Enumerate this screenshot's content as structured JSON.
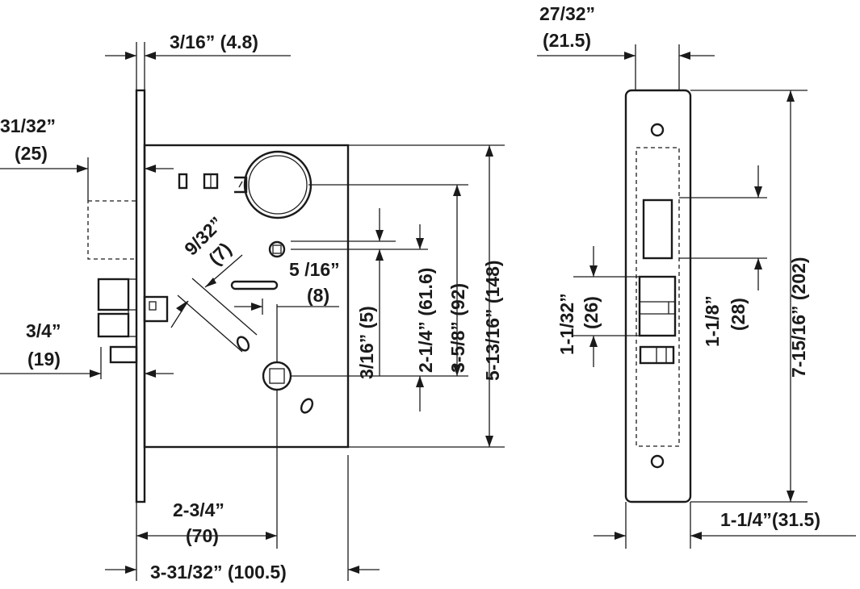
{
  "dimensions": {
    "faceplate_thickness": "3/16” (4.8)",
    "armor_front_1": "31/32”",
    "armor_front_2": "(25)",
    "bolt_projection_1": "3/4”",
    "bolt_projection_2": "(19)",
    "hub_spacing_1": "9/32”",
    "hub_spacing_2": "(7)",
    "slot_1": "5 /16”",
    "slot_2": "(8)",
    "offset_3_16": "3/16” (5)",
    "lever_to_spindle": "2-1/4” (61.6)",
    "cylinder_to_spindle": "3-5/8” (92)",
    "case_height": "5-13/16” (148)",
    "backset_1": "2-3/4”",
    "backset_2": "(70)",
    "case_depth": "3-31/32” (100.5)",
    "strike_offset_1": "27/32”",
    "strike_offset_2": "(21.5)",
    "latch_height": "1-1/32”",
    "latch_height_mm": "(26)",
    "strike_opening": "1-1/8”",
    "strike_opening_mm": "(28)",
    "faceplate_height": "7-15/16” (202)",
    "faceplate_width": "1-1/4”(31.5)"
  }
}
